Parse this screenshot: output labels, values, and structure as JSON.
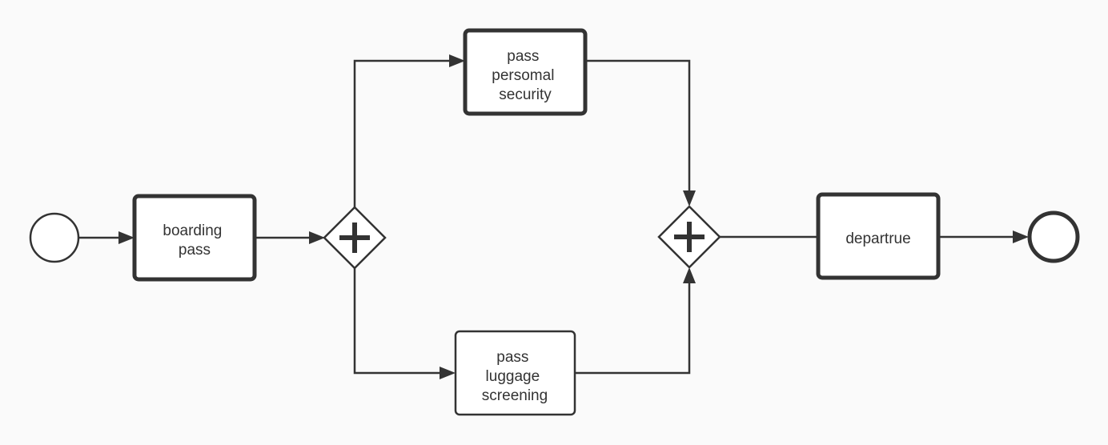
{
  "diagram": {
    "colors": {
      "background": "#fafafa",
      "stroke": "#333333",
      "fill": "#ffffff"
    },
    "tasks": {
      "boarding": {
        "line1": "boarding",
        "line2": "pass"
      },
      "personal_security": {
        "line1": "pass",
        "line2": "persomal",
        "line3": "security"
      },
      "luggage": {
        "line1": "pass",
        "line2": "luggage",
        "line3": "screening"
      },
      "departure": {
        "line1": "departrue"
      }
    },
    "gateways": {
      "split": {
        "type": "parallel",
        "icon": "plus-icon"
      },
      "join": {
        "type": "parallel",
        "icon": "plus-icon"
      }
    },
    "events": {
      "start": {
        "type": "start"
      },
      "end": {
        "type": "end"
      }
    }
  }
}
